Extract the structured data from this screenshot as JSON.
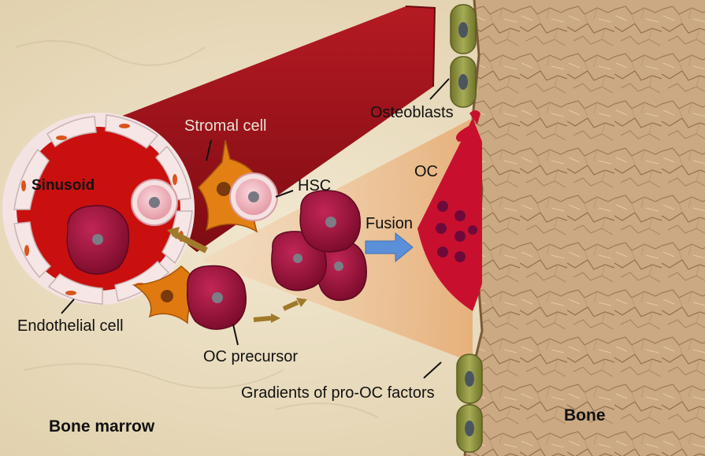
{
  "labels": {
    "sinusoid": "Sinusoid",
    "stromal_cell": "Stromal cell",
    "hsc": "HSC",
    "osteoblasts": "Osteoblasts",
    "oc": "OC",
    "fusion": "Fusion",
    "endothelial_cell": "Endothelial cell",
    "oc_precursor": "OC precursor",
    "gradients": "Gradients of pro-OC factors",
    "bone_marrow": "Bone marrow",
    "bone": "Bone"
  },
  "colors": {
    "marrow_background": "#e6d8b8",
    "bone": "#c8a57c",
    "vessel": "#a3131c",
    "vessel_lumen": "#c80f12",
    "endothelium": "#f7e4e4",
    "precursor_cell": "#a0143a",
    "stromal_cell": "#e07a10",
    "hsc_cell": "#f0b4bc",
    "osteoclast": "#c8102e",
    "osteoblast": "#7d8334",
    "fusion_arrow": "#5b8fd8",
    "migration_arrow": "#a07a2a",
    "gradient_cone": "#e9b684"
  }
}
